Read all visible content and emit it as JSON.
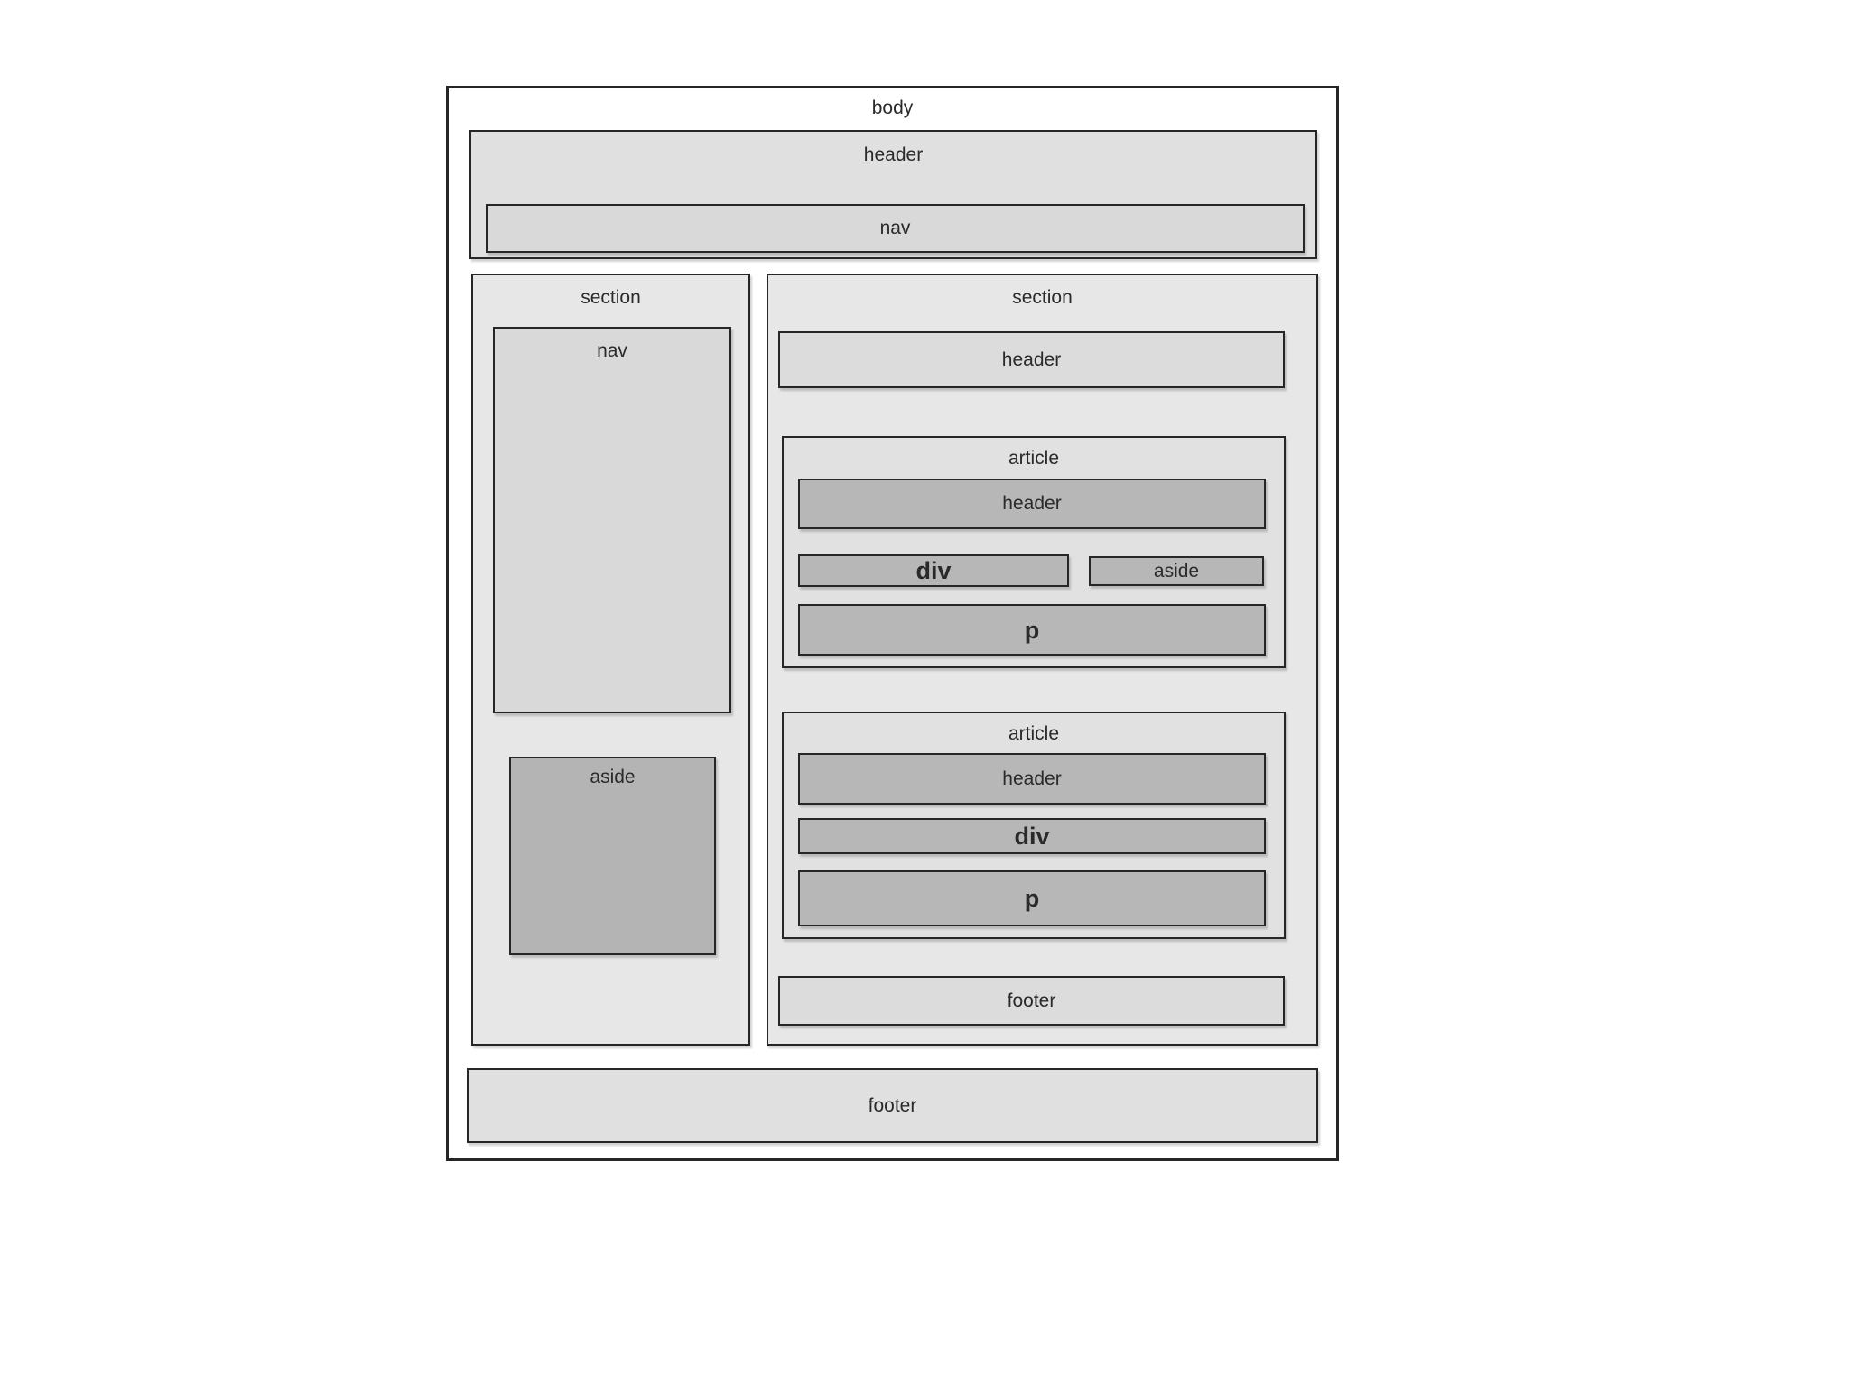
{
  "diagram": {
    "body_label": "body",
    "page_header": {
      "label": "header",
      "nav": "nav"
    },
    "left_section": {
      "label": "section",
      "nav": "nav",
      "aside": "aside"
    },
    "right_section": {
      "label": "section",
      "header": "header",
      "article_1": {
        "label": "article",
        "header": "header",
        "div": "div",
        "aside": "aside",
        "p": "p"
      },
      "article_2": {
        "label": "article",
        "header": "header",
        "div": "div",
        "p": "p"
      },
      "footer": "footer"
    },
    "page_footer": "footer",
    "colors": {
      "page_bg": "#ffffff",
      "body_bg": "#ffffff",
      "border": "#262626",
      "text": "#2a2a2a",
      "header_bg": "#e0e0e0",
      "nav_bg": "#d9d9d9",
      "section_bg": "#e7e7e7",
      "article_bg": "#e1e1e1",
      "inner_bg": "#b7b7b7",
      "aside_left_bg": "#b4b4b4",
      "bar_bg": "#dcdcdc",
      "footer_bg": "#e0e0e0"
    }
  }
}
